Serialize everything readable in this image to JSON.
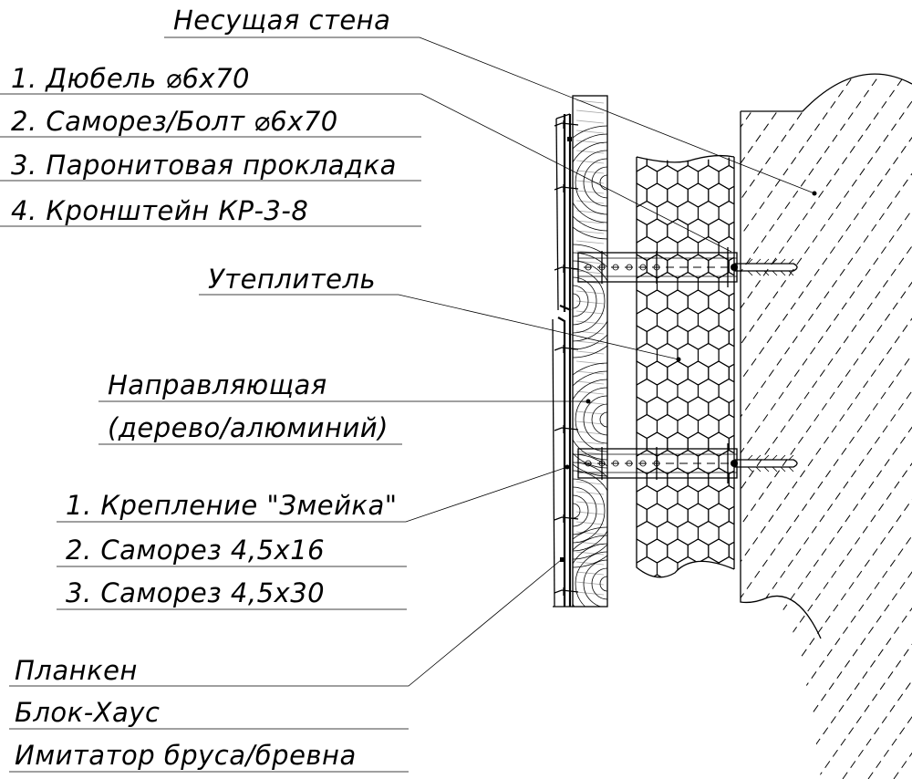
{
  "labels": {
    "wall": "Несущая стена",
    "fix_1": "1. Дюбель ⌀6х70",
    "fix_2": "2. Саморез/Болт ⌀6х70",
    "fix_3": "3. Паронитовая прокладка",
    "fix_4": "4. Кронштейн КР-3-8",
    "insulation": "Утеплитель",
    "guide_1": "Направляющая",
    "guide_2": "(дерево/алюминий)",
    "mount_1": "1. Крепление \"Змейка\"",
    "mount_2": "2. Саморез 4,5х16",
    "mount_3": "3. Саморез 4,5х30",
    "cladding_1": "Планкен",
    "cladding_2": "Блок-Хаус",
    "cladding_3": "Имитатор бруса/бревна"
  }
}
